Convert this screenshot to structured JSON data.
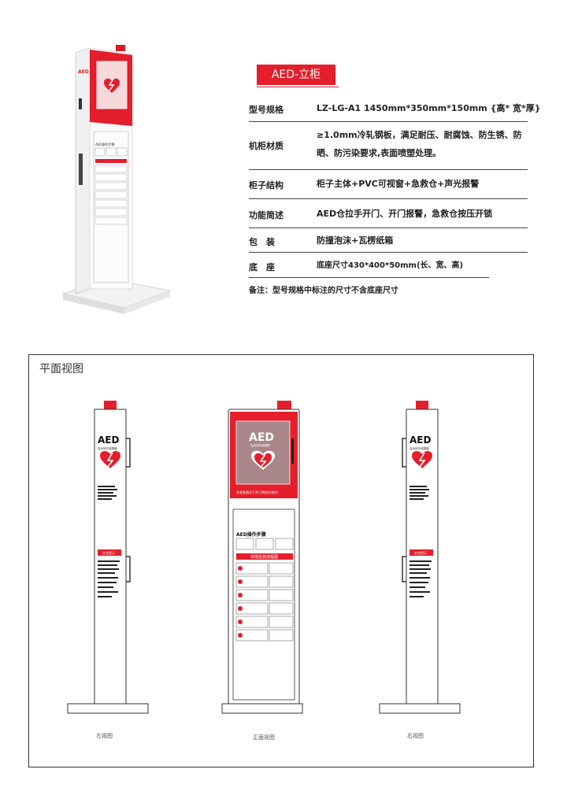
{
  "product": {
    "title": "AED-立柜",
    "specs": [
      {
        "label": "型号规格",
        "value": "LZ-LG-A1 1450mm*350mm*150mm {高* 宽*厚}"
      },
      {
        "label": "机柜材质",
        "value": "≥1.0mm冷轧钢板，满足耐压、耐腐蚀、防生锈、防晒、防污染要求,表面喷塑处理。"
      },
      {
        "label": "柜子结构",
        "value": "柜子主体+PVC可视窗+急救仓+声光报警"
      },
      {
        "label": "功能简述",
        "value": "AED仓拉手开门、开门报警，急救仓按压开锁"
      },
      {
        "label": "包　装",
        "value": "防撞泡沫+瓦楞纸箱"
      },
      {
        "label": "底　座",
        "value": "底座尺寸430*400*50mm(长、宽、高)"
      }
    ],
    "note": "备注：型号规格中标注的尺寸不含底座尺寸"
  },
  "cabinet_labels": {
    "aed": "AED",
    "aed_sub": "自动体外除颤器",
    "steps_title": "AED操作步骤",
    "flow_title": "现场急救流程图",
    "notice": "安全提示",
    "warning_strip": "非紧急情况下开门将追究责任！"
  },
  "plan": {
    "title": "平面视图",
    "views": {
      "left": "左视图",
      "front": "正面视图",
      "right": "右视图"
    }
  },
  "colors": {
    "accent": "#e51e2b",
    "outline": "#333333"
  }
}
